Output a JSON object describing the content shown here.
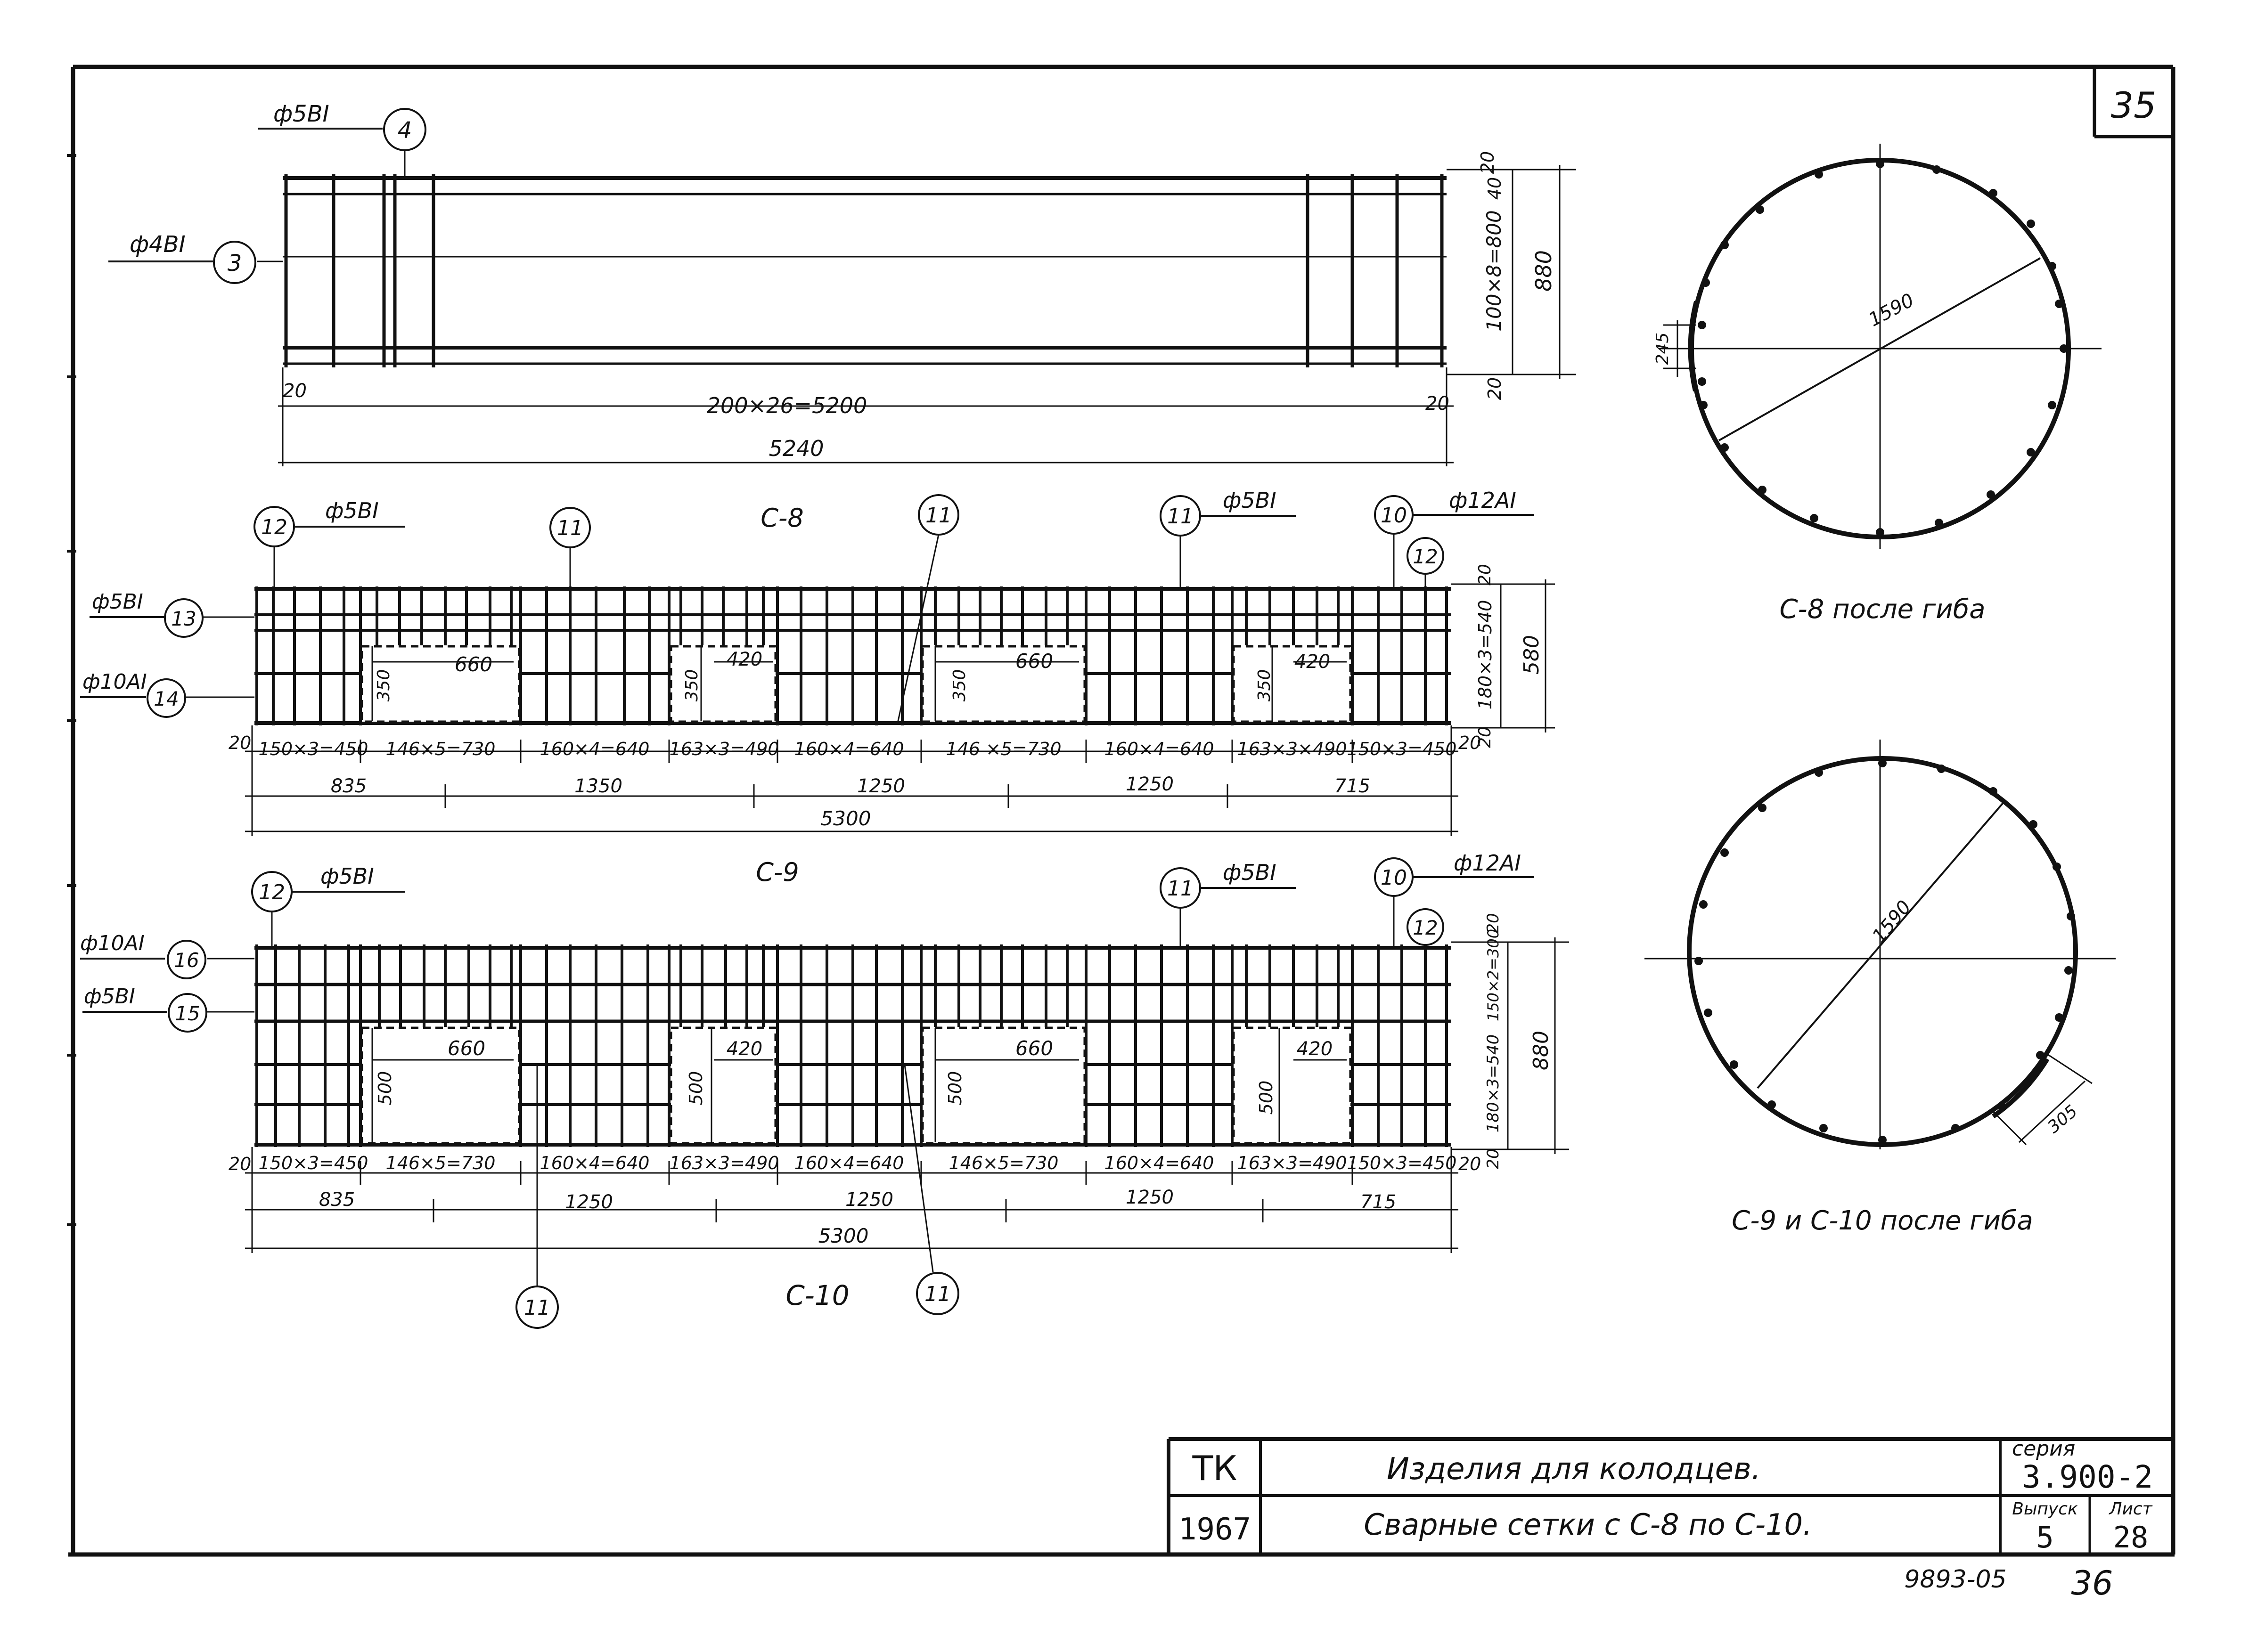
{
  "sheet_number": "35",
  "page_number_handwritten": "36",
  "archive_code": "9893-05",
  "top_mesh": {
    "bar_long_label": "ф4ВI",
    "bar_long_mark": "3",
    "bar_short_label": "ф5ВI",
    "bar_short_mark": "4",
    "dim_inner": "200×26=5200",
    "dim_total": "5240",
    "end_left": "20",
    "end_right": "20",
    "vdim_pitch": "100×8=800",
    "vdim_total": "880",
    "vdim_top": "20",
    "vdim_top2": "40",
    "vdim_bottom": "20"
  },
  "mesh_c8": {
    "title": "С-8",
    "labels": [
      {
        "id": "12",
        "text": "ф5ВI"
      },
      {
        "id": "11",
        "text": ""
      },
      {
        "id": "11",
        "text": ""
      },
      {
        "id": "11",
        "text": "ф5ВI"
      },
      {
        "id": "10",
        "text": "ф12АI"
      },
      {
        "id": "12",
        "text": ""
      }
    ],
    "left_labels": [
      {
        "id": "13",
        "text": "ф5ВI"
      },
      {
        "id": "14",
        "text": "ф10АI"
      }
    ],
    "openings": [
      "660",
      "420",
      "660",
      "420"
    ],
    "opening_heights": [
      "350",
      "350",
      "350",
      "350"
    ],
    "segments": [
      "150×3=450",
      "146×5=730",
      "160×4=640",
      "163×3=490",
      "160×4=640",
      "146 ×5=730",
      "160×4=640",
      "163×3×490",
      "150×3=450"
    ],
    "end_left": "20",
    "end_right": "20",
    "spans": [
      "835",
      "1350",
      "1250",
      "1250",
      "715"
    ],
    "total": "5300",
    "vdim_top": "20",
    "vdim_pitch": "180×3=540",
    "vdim_total": "580",
    "vdim_bottom": "20"
  },
  "mesh_c9": {
    "title": "С-9",
    "labels": [
      {
        "id": "12",
        "text": "ф5ВI"
      },
      {
        "id": "11",
        "text": "ф5ВI"
      },
      {
        "id": "10",
        "text": "ф12АI"
      },
      {
        "id": "12",
        "text": ""
      }
    ],
    "left_labels": [
      {
        "id": "16",
        "text": "ф10АI"
      },
      {
        "id": "15",
        "text": "ф5ВI"
      }
    ],
    "openings": [
      "660",
      "420",
      "660",
      "420"
    ],
    "opening_heights": [
      "500",
      "500",
      "500",
      "500"
    ],
    "segments": [
      "150×3=450",
      "146×5=730",
      "160×4=640",
      "163×3=490",
      "160×4=640",
      "146×5=730",
      "160×4=640",
      "163×3=490",
      "150×3=450"
    ],
    "end_left": "20",
    "end_right": "20",
    "spans": [
      "835",
      "1250",
      "1250",
      "1250",
      "715"
    ],
    "total": "5300",
    "vdim_top": "20",
    "vdim_top2": "150×2=300",
    "vdim_pitch": "180×3=540",
    "vdim_total": "880",
    "vdim_bottom": "20"
  },
  "mesh_c10": {
    "title": "С-10",
    "callouts": [
      "11",
      "11"
    ]
  },
  "ring_c8": {
    "caption": "С-8 после гиба",
    "diameter": "1590",
    "overlap": "245"
  },
  "ring_c9": {
    "caption": "С-9 и С-10 после гиба",
    "diameter": "1590",
    "overlap": "305"
  },
  "title_block": {
    "org": "ТК",
    "year": "1967",
    "title": "Изделия для колодцев.",
    "subtitle": "Сварные сетки с С-8 по С-10.",
    "series_label": "серия",
    "series_value": "3.900-2",
    "issue_label": "Выпуск",
    "issue_value": "5",
    "sheet_label": "Лист",
    "sheet_value": "28"
  }
}
